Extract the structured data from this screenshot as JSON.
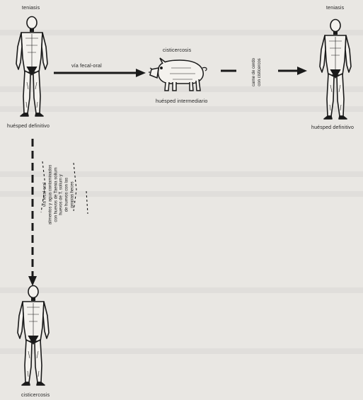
{
  "diagram": {
    "top_left_title": "teniasis",
    "top_right_title": "teniasis",
    "host_left_caption": "huésped definitivo",
    "host_right_caption": "huésped definitivo",
    "pig_title": "cisticercosis",
    "pig_caption": "huésped intermediario",
    "arrow1_label": "vía fecal-oral",
    "arrow2_label_line1": "carne de cerdo",
    "arrow2_label_line2": "con cisticercos",
    "vertical_label_lines": [
      "vía fecal-oral",
      "alimentos y agua contaminados",
      "con huevos de Taenia solium",
      "huevos de T. solium y",
      "de huevos con las",
      "propias heces"
    ],
    "bottom_caption": "cisticercosis"
  }
}
